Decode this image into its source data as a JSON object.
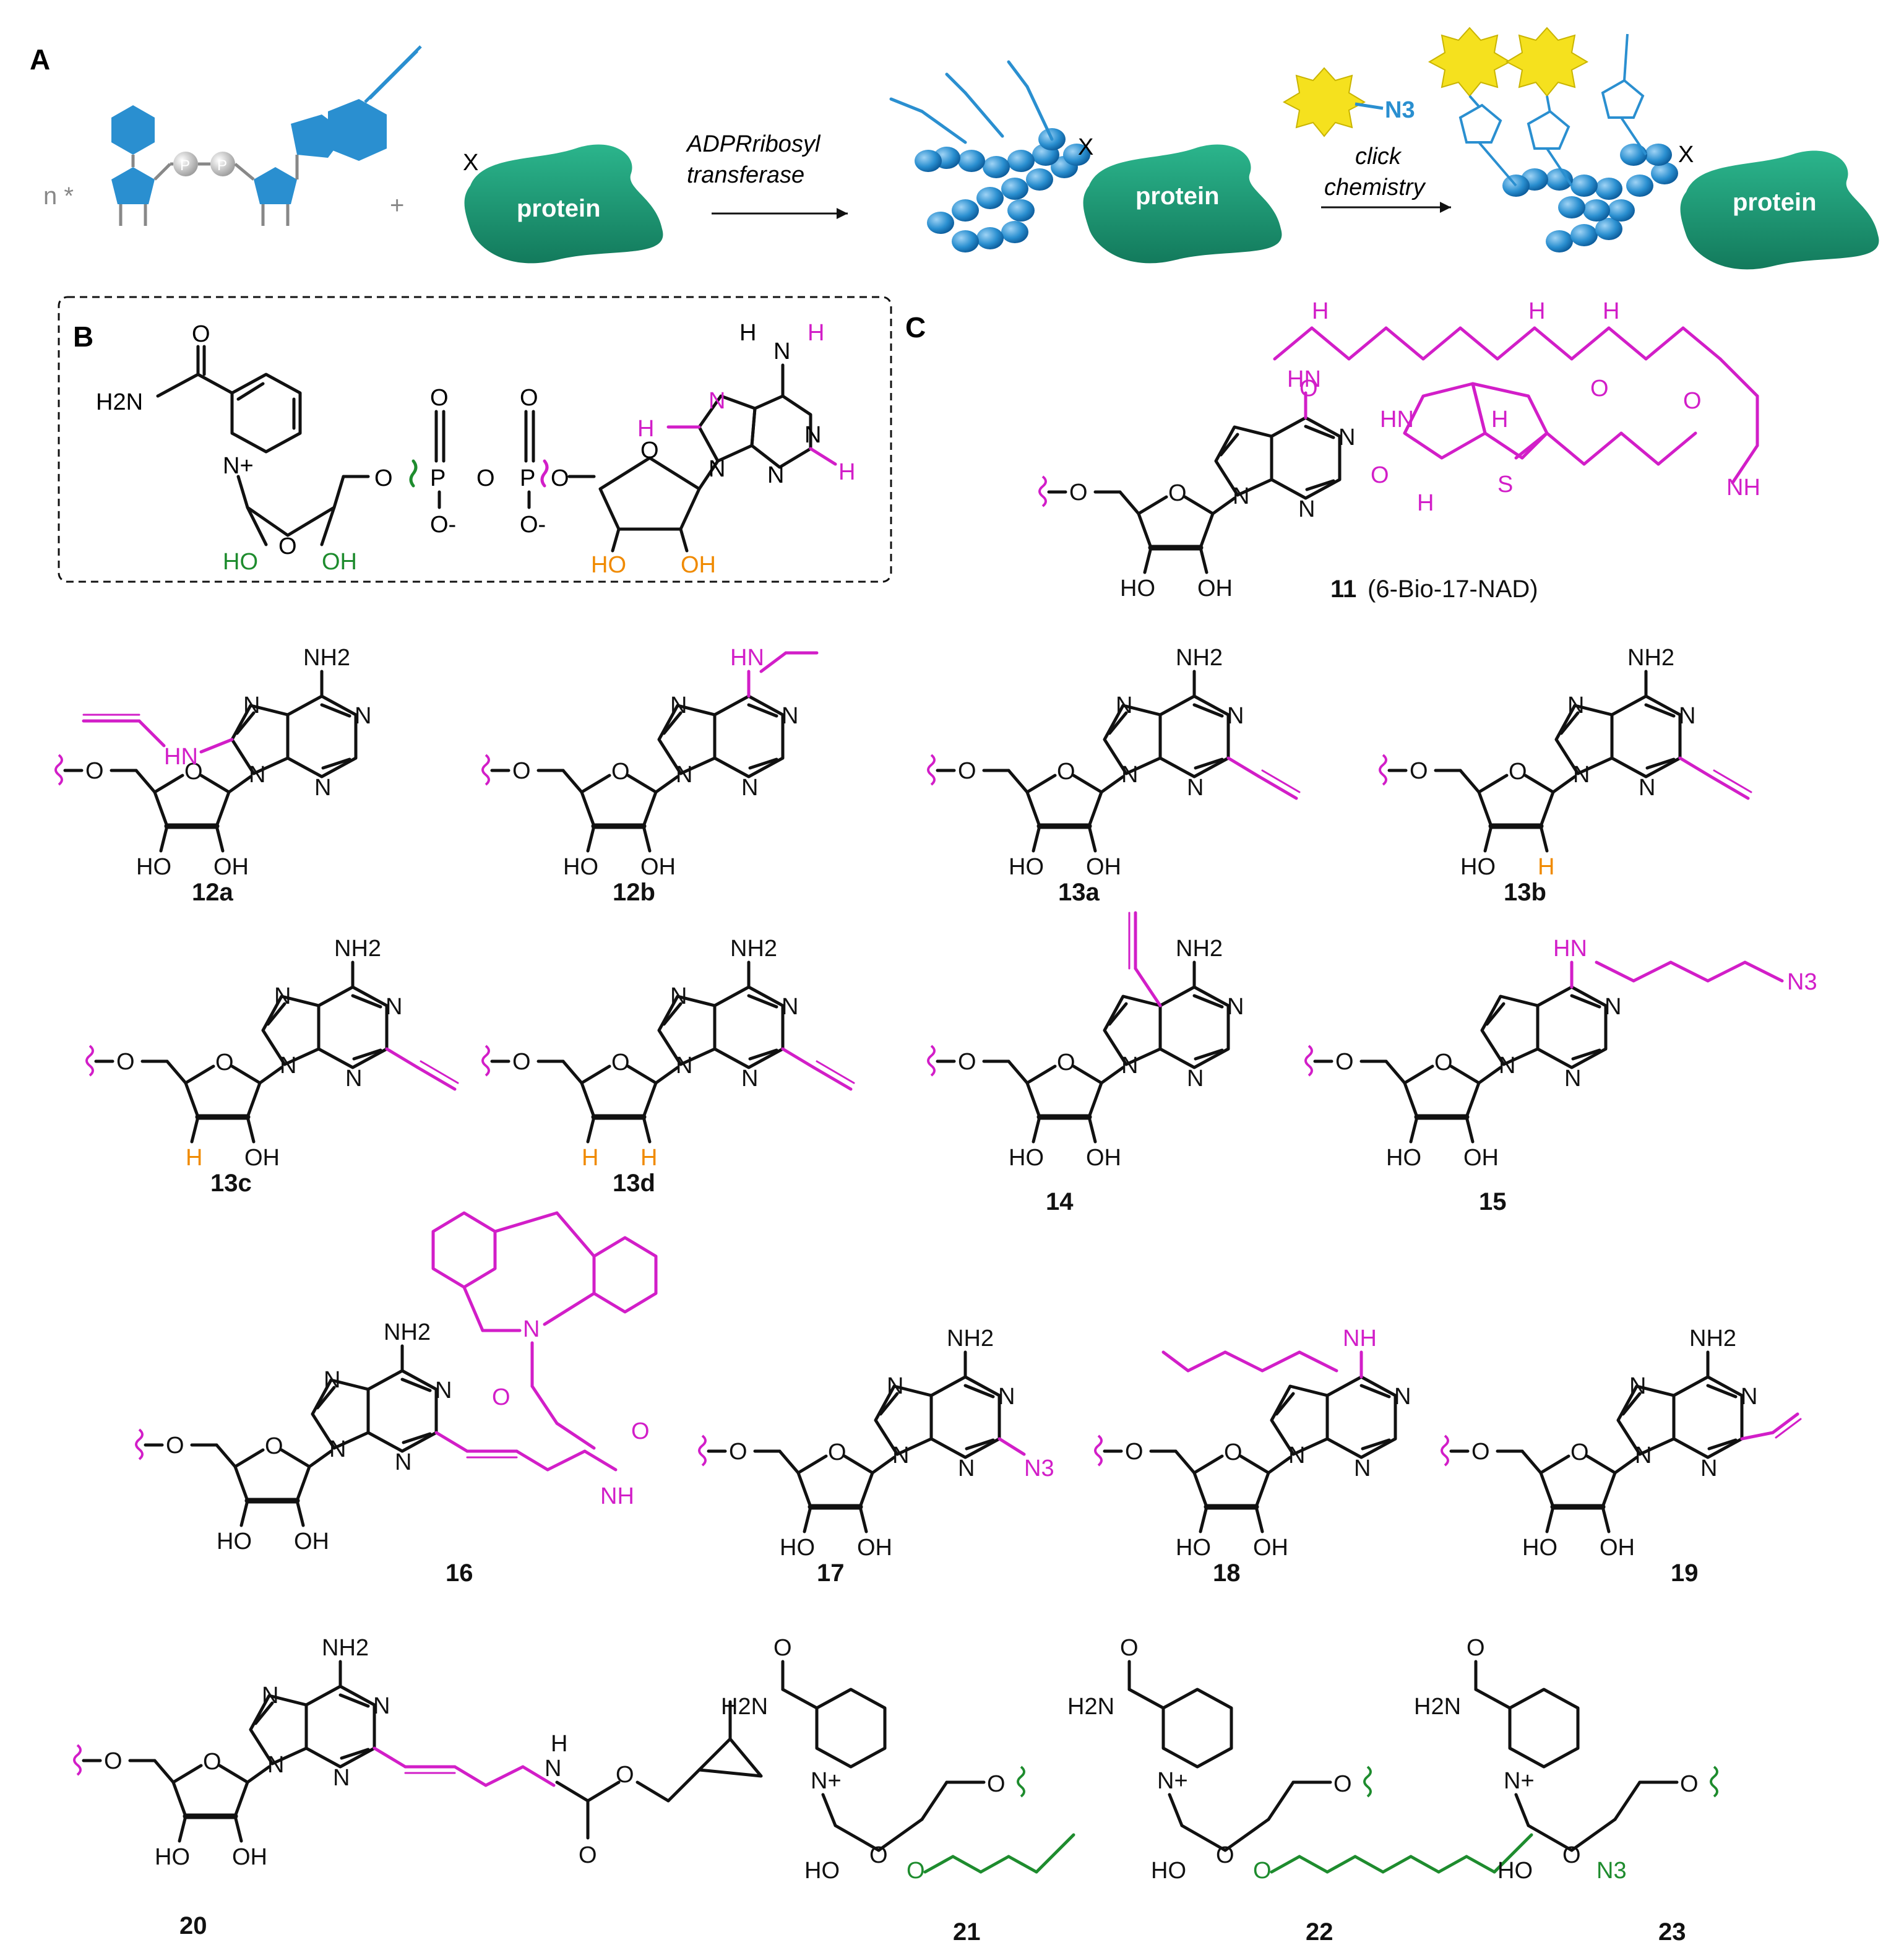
{
  "panels": {
    "a": "A",
    "b": "B",
    "c": "C"
  },
  "panel_a": {
    "multiplier": "n *",
    "plus": "+",
    "phosphate_symbol": "P",
    "linker_atom": "X",
    "protein_label": "protein",
    "enzyme_line1": "ADPRribosyl",
    "enzyme_line2": "transferase",
    "azide_label": "N3",
    "click_line1": "click",
    "click_line2": "chemistry"
  },
  "panel_b": {
    "amide_O": "O",
    "amide_N": "H2N",
    "pyridinium_N": "N+",
    "ring_O": "O",
    "bridge_O1": "O",
    "bridge_O2": "O",
    "bridge_O3": "O",
    "P1": "P",
    "P2": "P",
    "Pdo1": "O",
    "Pdo2": "O",
    "Pminus1": "O-",
    "Pminus2": "O-",
    "nic_HO": "HO",
    "nic_OH": "OH",
    "ade_HO": "HO",
    "ade_OH": "OH",
    "ade_N": "N",
    "ade_H8": "H",
    "ade_H2": "H",
    "ade_NH_N": "N",
    "ade_NH_H1": "H",
    "ade_NH_H2": "H"
  },
  "compounds": [
    {
      "id": "11",
      "label": "11",
      "suffix": "(6-Bio-17-NAD)"
    },
    {
      "id": "12a",
      "label": "12a"
    },
    {
      "id": "12b",
      "label": "12b"
    },
    {
      "id": "13a",
      "label": "13a"
    },
    {
      "id": "13b",
      "label": "13b"
    },
    {
      "id": "13c",
      "label": "13c"
    },
    {
      "id": "13d",
      "label": "13d"
    },
    {
      "id": "14",
      "label": "14"
    },
    {
      "id": "15",
      "label": "15"
    },
    {
      "id": "16",
      "label": "16"
    },
    {
      "id": "17",
      "label": "17"
    },
    {
      "id": "18",
      "label": "18"
    },
    {
      "id": "19",
      "label": "19"
    },
    {
      "id": "20",
      "label": "20"
    },
    {
      "id": "21",
      "label": "21"
    },
    {
      "id": "22",
      "label": "22"
    },
    {
      "id": "23",
      "label": "23"
    }
  ],
  "atoms": {
    "NH2": "NH2",
    "HN": "HN",
    "NH": "NH",
    "N": "N",
    "O": "O",
    "H": "H",
    "S": "S",
    "HO": "HO",
    "OH": "OH",
    "N3": "N3",
    "H2N": "H2N",
    "N_plus": "N+"
  },
  "colors": {
    "black": "#111111",
    "magenta": "#d21ec8",
    "green": "#1e8c2e",
    "orange": "#f08a00",
    "blue": "#2a8fd0",
    "protein_green": "#1f9a78",
    "star_yellow": "#f5e11e"
  }
}
